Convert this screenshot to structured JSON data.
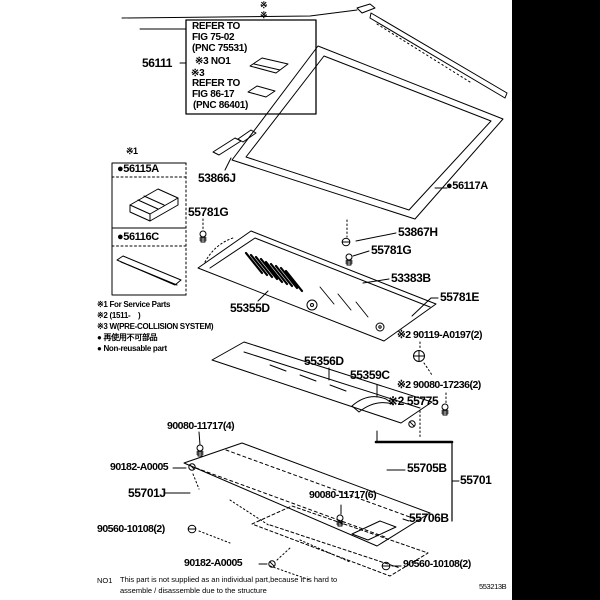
{
  "colors": {
    "ink": "#000000",
    "paper": "#ffffff",
    "band": "#000000"
  },
  "top_marks": {
    "a": "※",
    "b": "※"
  },
  "refer_box": {
    "r1a": "REFER TO",
    "r1b": "FIG 75-02",
    "r1c": "(PNC 75531)",
    "m1": "※3 NO1",
    "m2": "※3",
    "r2a": "REFER TO",
    "r2b": "FIG 86-17",
    "r2c": "(PNC 86401)"
  },
  "service_box": {
    "mark": "※1",
    "item1": "●56115A",
    "item2": "●56116C"
  },
  "legend": {
    "l1": "※1 For Service Parts",
    "l2": "※2 (1511-    )",
    "l3": "※3 W(PRE-COLLISION SYSTEM)",
    "l4": "● 再使用不可部品",
    "l5": "● Non-reusable part"
  },
  "parts": {
    "p56111": "56111",
    "p53866J": "53866J",
    "p55781G_top": "55781G",
    "p56117A": "●56117A",
    "p53867H": "53867H",
    "p55781G_mid": "55781G",
    "p53383B": "53383B",
    "p55781E": "55781E",
    "p90119": "※2 90119-A0197(2)",
    "p55355D": "55355D",
    "p55356D": "55356D",
    "p55359C": "55359C",
    "p90080_17236": "※2 90080-17236(2)",
    "p55775": "※2 55775",
    "p90080_11717_4": "90080-11717(4)",
    "p90182_left": "90182-A0005",
    "p55701J": "55701J",
    "p90560_left": "90560-10108(2)",
    "p90182_bottom": "90182-A0005",
    "p90080_11717_6": "90080-11717(6)",
    "p55705B": "55705B",
    "p55701": "55701",
    "p55706B": "55706B",
    "p90560_bottom": "90560-10108(2)"
  },
  "footnote": {
    "tag": "NO1",
    "line1": "This part is not supplied as an individual part,because it is hard to",
    "line2": "assemble / disassemble due to the structure"
  },
  "page_code": "553213B"
}
